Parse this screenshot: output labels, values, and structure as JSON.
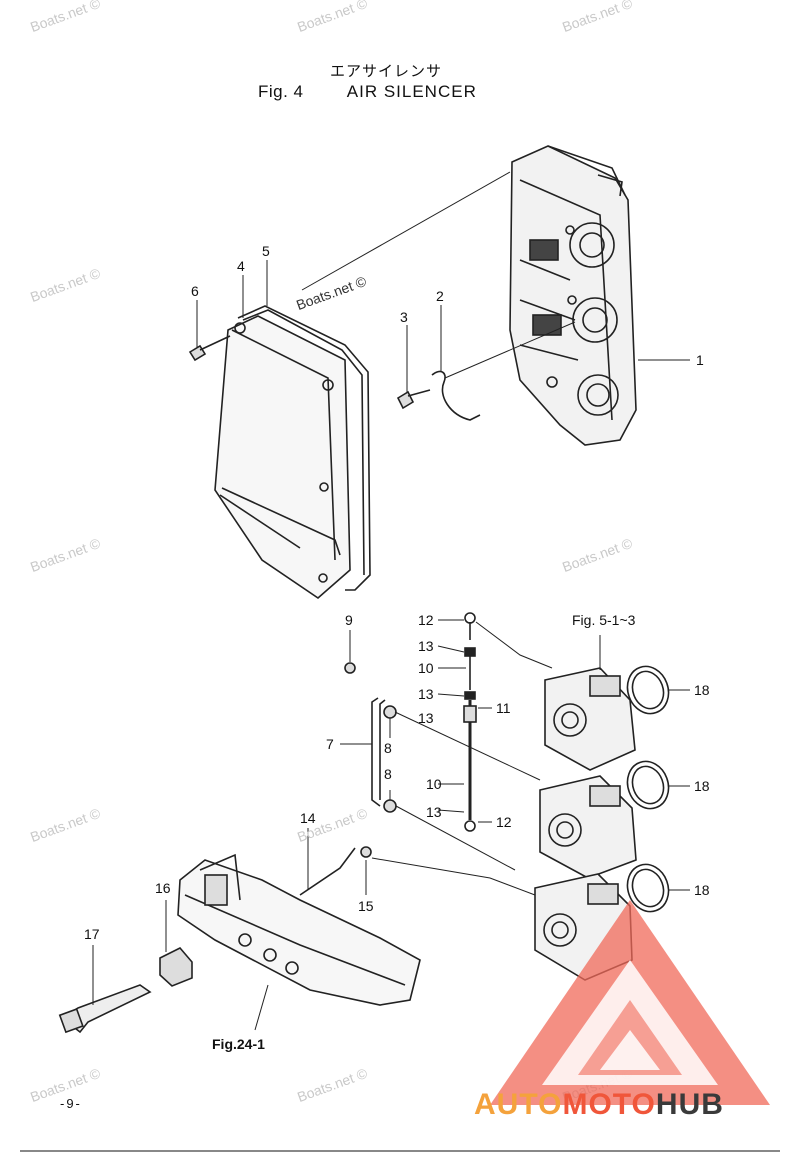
{
  "title": {
    "japanese": "エアサイレンサ",
    "fig_label": "Fig. 4",
    "name": "AIR SILENCER"
  },
  "watermark_text": "Boats.net ©",
  "callouts": {
    "c1": "1",
    "c2": "2",
    "c3": "3",
    "c4": "4",
    "c5": "5",
    "c6": "6",
    "c7": "7",
    "c8a": "8",
    "c8b": "8",
    "c9": "9",
    "c10a": "10",
    "c10b": "10",
    "c11": "11",
    "c12a": "12",
    "c12b": "12",
    "c13a": "13",
    "c13b": "13",
    "c13c": "13",
    "c13d": "13",
    "c14": "14",
    "c15": "15",
    "c16": "16",
    "c17": "17",
    "c18a": "18",
    "c18b": "18",
    "c18c": "18"
  },
  "fig_refs": {
    "carb": "Fig. 5-1~3",
    "bottom": "Fig.24-1"
  },
  "page_number": "-9-",
  "brand": {
    "part1": "AUTO",
    "part2": "MOTO",
    "part3": "HUB",
    "color1": "#f4a23c",
    "color2": "#f0563a",
    "color3": "#3a3a3a"
  }
}
